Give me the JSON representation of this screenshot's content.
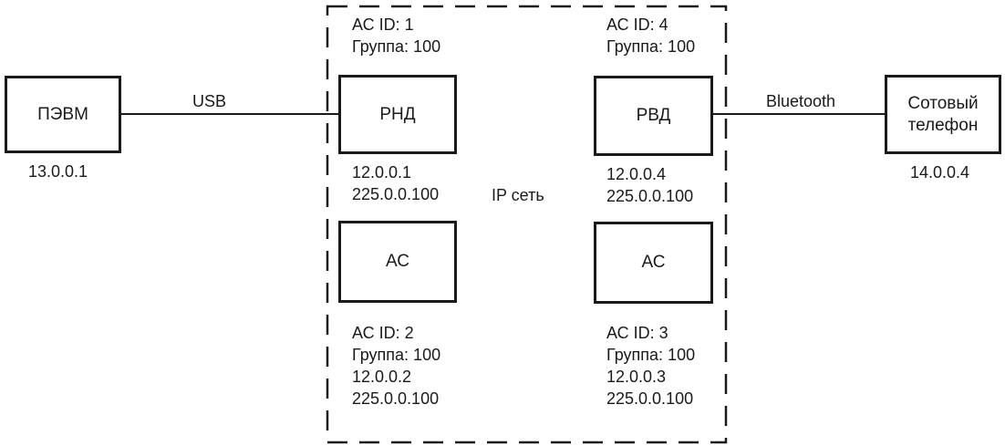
{
  "network": {
    "label": "IP сеть"
  },
  "pc": {
    "name": "ПЭВМ",
    "ip": "13.0.0.1"
  },
  "phone": {
    "name_line1": "Сотовый",
    "name_line2": "телефон",
    "ip": "14.0.0.4"
  },
  "links": {
    "pc_to_rnd": "USB",
    "rvd_to_phone": "Bluetooth"
  },
  "rnd": {
    "name": "РНД",
    "as_id": "АС ID: 1",
    "group": "Группа: 100",
    "ip": "12.0.0.1",
    "multicast": "225.0.0.100"
  },
  "rvd": {
    "name": "РВД",
    "as_id": "АС ID: 4",
    "group": "Группа: 100",
    "ip": "12.0.0.4",
    "multicast": "225.0.0.100"
  },
  "as_left": {
    "name": "АС",
    "as_id": "АС ID: 2",
    "group": "Группа: 100",
    "ip": "12.0.0.2",
    "multicast": "225.0.0.100"
  },
  "as_right": {
    "name": "АС",
    "as_id": "АС ID: 3",
    "group": "Группа: 100",
    "ip": "12.0.0.3",
    "multicast": "225.0.0.100"
  }
}
